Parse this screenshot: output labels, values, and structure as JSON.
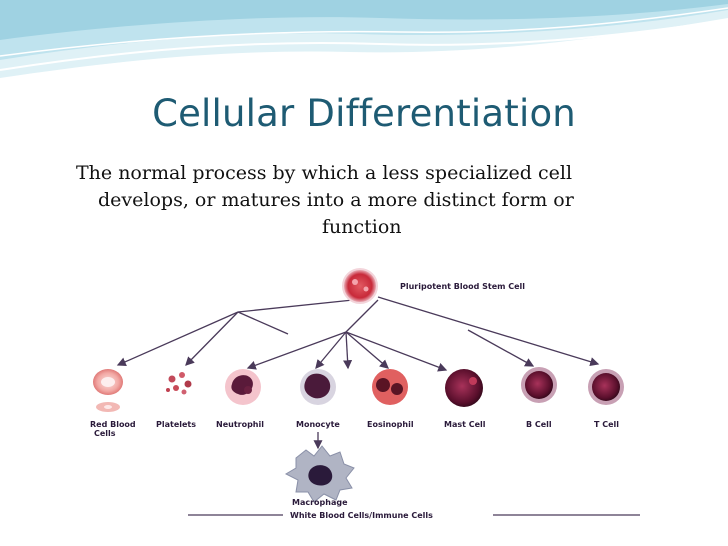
{
  "slide": {
    "title": "Cellular Differentiation",
    "body": {
      "line1": "The normal process by which a less specialized cell",
      "line2": "develops, or matures into a more distinct form or",
      "line3": "function"
    }
  },
  "diagram": {
    "stem_cell_label": "Pluripotent Blood Stem Cell",
    "cells": {
      "red_blood_line1": "Red Blood",
      "red_blood_line2": "Cells",
      "platelets": "Platelets",
      "neutrophil": "Neutrophil",
      "monocyte": "Monocyte",
      "eosinophil": "Eosinophil",
      "mast_cell": "Mast Cell",
      "b_cell": "B Cell",
      "t_cell": "T Cell",
      "macrophage": "Macrophage"
    },
    "footer_label": "White Blood Cells/Immune Cells"
  },
  "colors": {
    "title": "#1e5b73",
    "wave_light": "#cfe9f1",
    "wave_mid": "#9fd2e2",
    "arrow": "#4a3a5a",
    "cell_red": "#d8383f",
    "cell_purple": "#6a1a3a"
  }
}
